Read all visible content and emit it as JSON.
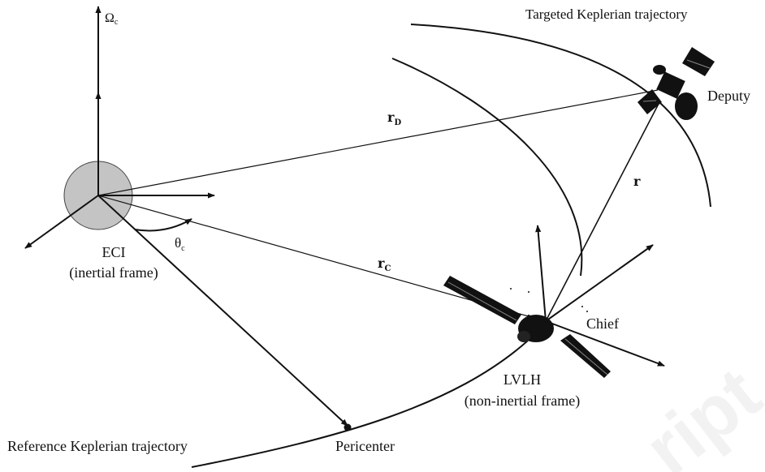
{
  "labels": {
    "omega": "Ω",
    "omega_sub": "c",
    "targeted_trajectory": "Targeted Keplerian trajectory",
    "deputy": "Deputy",
    "r_d": "r",
    "r_d_sub": "D",
    "r": "r",
    "r_c": "r",
    "r_c_sub": "C",
    "theta": "θ",
    "theta_sub": "c",
    "eci": "ECI",
    "eci_note": "(inertial frame)",
    "chief": "Chief",
    "lvlh": "LVLH",
    "lvlh_note": "(non-inertial frame)",
    "pericenter": "Pericenter",
    "reference_trajectory": "Reference Keplerian trajectory",
    "watermark": "ript"
  },
  "colors": {
    "earth_fill": "#c4c4c4",
    "line": "#111111",
    "watermark": "#f2f2f2"
  }
}
